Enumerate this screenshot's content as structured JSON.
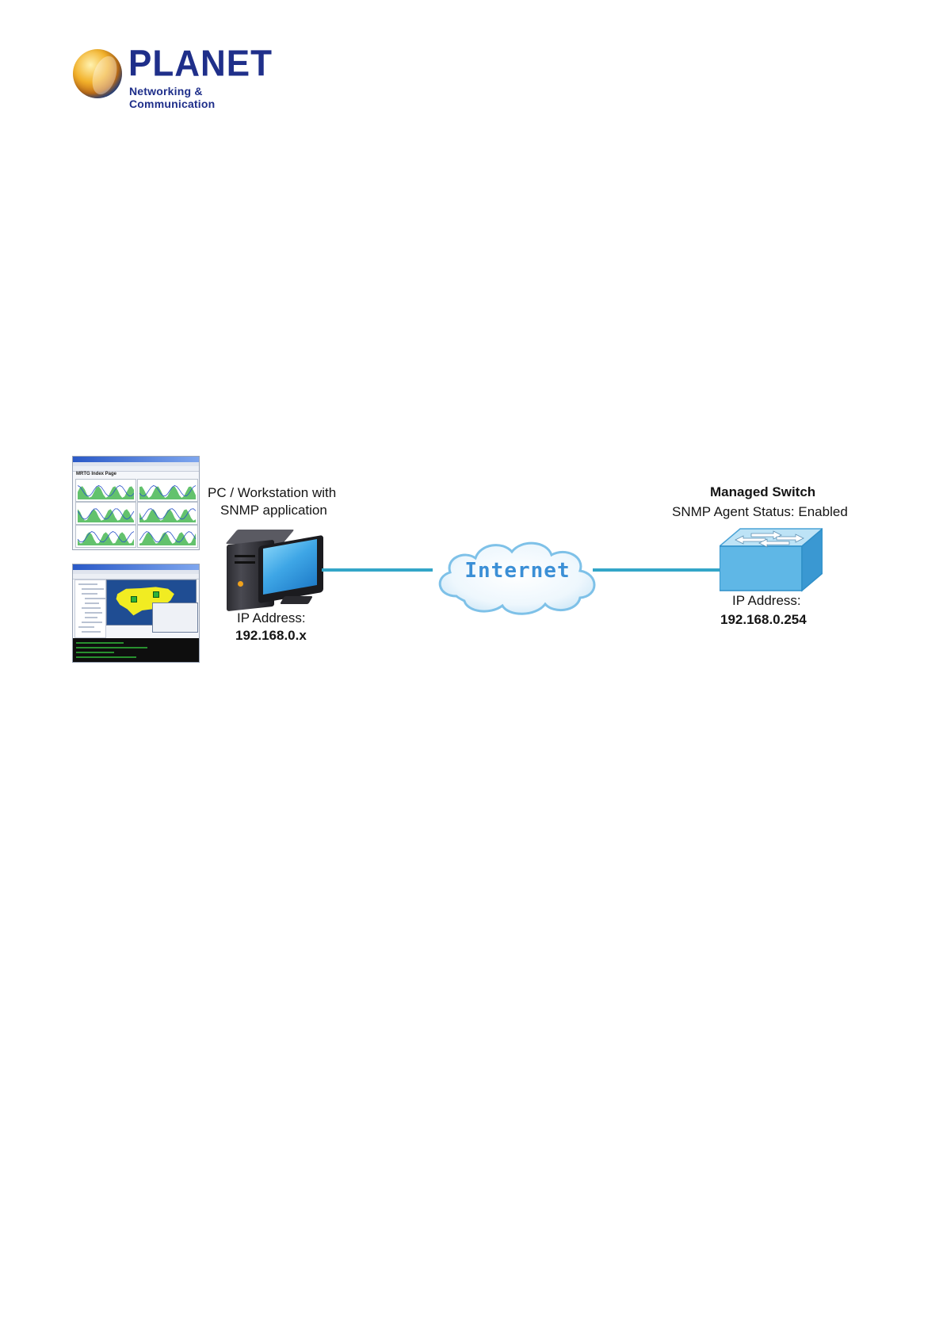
{
  "logo": {
    "wordmark": "PLANET",
    "tagline": "Networking & Communication",
    "brand_color": "#1f2f8a"
  },
  "diagram": {
    "workstation": {
      "caption_line1": "PC / Workstation with",
      "caption_line2": "SNMP application",
      "ip_label": "IP Address:",
      "ip_value": "192.168.0.x"
    },
    "cloud": {
      "label": "Internet"
    },
    "switch": {
      "title": "Managed Switch",
      "status": "SNMP Agent Status: Enabled",
      "ip_label": "IP Address:",
      "ip_value": "192.168.0.254"
    },
    "screenshot1": {
      "title": "MRTG Index Page"
    },
    "link_color": "#33a6c8"
  }
}
